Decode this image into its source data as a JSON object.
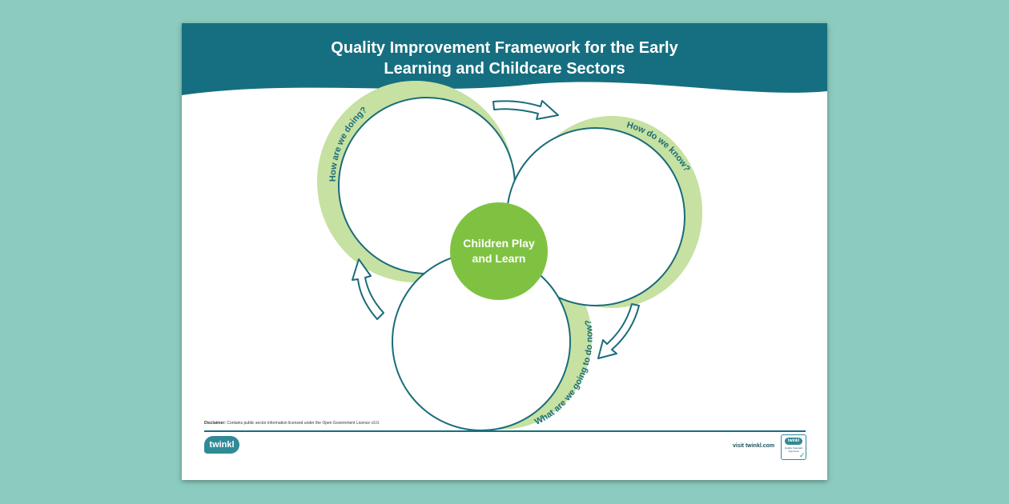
{
  "title": {
    "line1": "Quality Improvement Framework for the Early",
    "line2": "Learning and Childcare Sectors"
  },
  "diagram": {
    "center": {
      "line1": "Children Play",
      "line2": "and Learn"
    },
    "stages": [
      "How are we doing?",
      "How do we know?",
      "What are we going to do now?"
    ]
  },
  "footer": {
    "disclaimer_label": "Disclaimer:",
    "disclaimer_text": " Contains public sector information licensed under the Open Government Licence v3.0.",
    "logo_text": "twinkl",
    "visit_text": "visit twinkl.com",
    "badge": {
      "top": "twinkl",
      "line1": "Quality Standard",
      "line2": "Approved"
    }
  },
  "colors": {
    "background": "#8ccbbf",
    "header": "#166f80",
    "crescent": "#c6e1a1",
    "center": "#7fc241",
    "outline": "#1a6c7a",
    "stage_text": "#1a6c7a"
  },
  "icons": [
    "cycle-arrow-icon",
    "twinkl-logo",
    "quality-badge-icon",
    "check-icon"
  ]
}
